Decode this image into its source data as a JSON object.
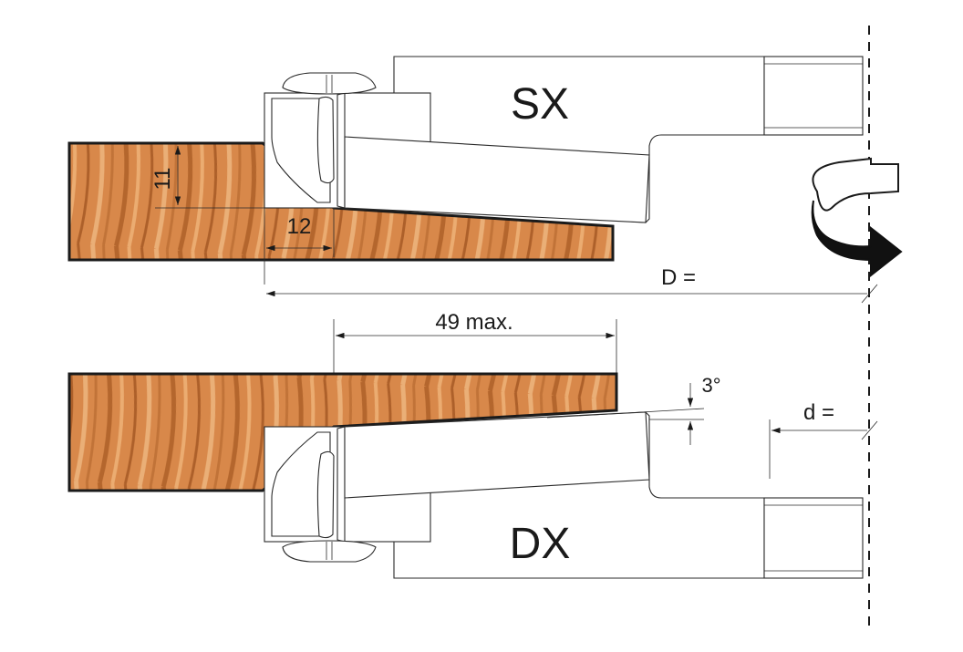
{
  "labels": {
    "top_hand": "SX",
    "bottom_hand": "DX",
    "dim_height": "11",
    "dim_width": "12",
    "dim_diameter": "D =",
    "dim_max_depth": "49 max.",
    "dim_angle": "3°",
    "dim_bore": "d ="
  },
  "colors": {
    "wood_base": "#D8884A",
    "wood_grain": "#A85A22",
    "wood_light": "#F0B57A",
    "outline": "#1a1a1a",
    "arrow": "#111111"
  },
  "icons": {
    "rotation": "rotation-arrow-icon"
  }
}
